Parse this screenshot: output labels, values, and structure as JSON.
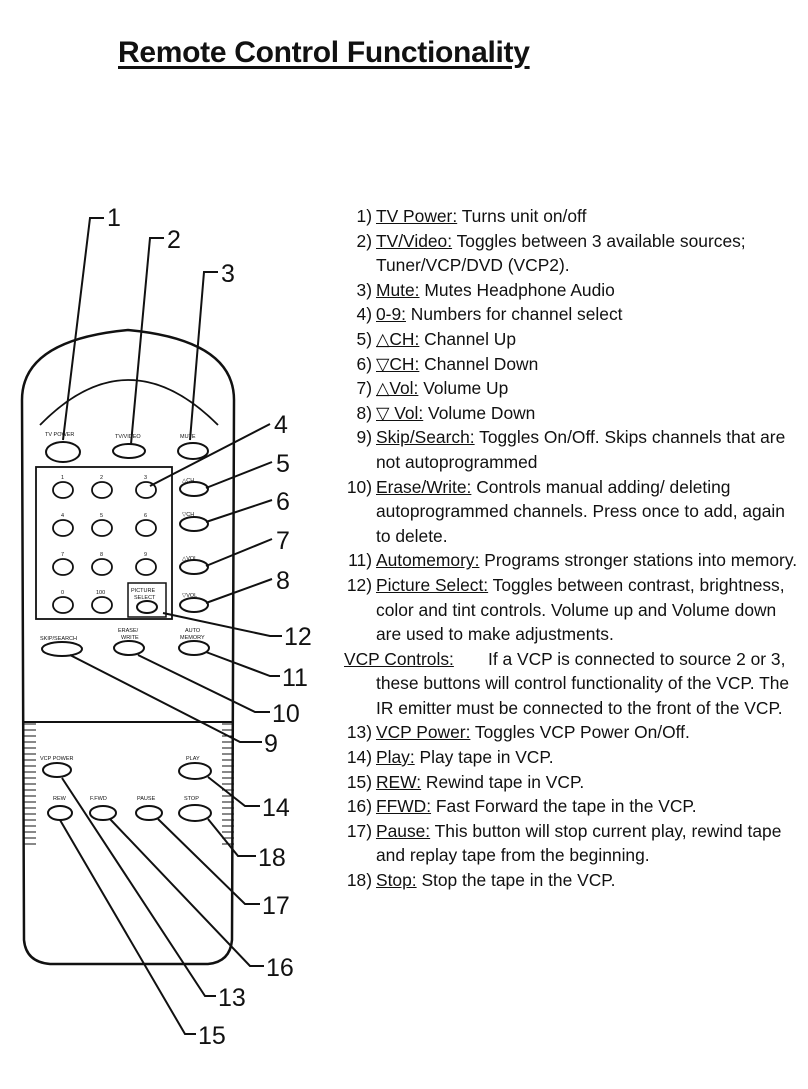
{
  "title": "Remote Control Functionality",
  "callouts": [
    "1",
    "2",
    "3",
    "4",
    "5",
    "6",
    "7",
    "8",
    "9",
    "10",
    "11",
    "12",
    "13",
    "14",
    "15",
    "16",
    "17",
    "18"
  ],
  "remote_labels": {
    "tv_power": "TV POWER",
    "tv_video": "TV/VIDEO",
    "mute": "MUTE",
    "ch_up": "△CH",
    "ch_down": "▽CH",
    "vol_up": "△VOL",
    "vol_down": "▽VOL",
    "picture_select_1": "PICTURE",
    "picture_select_2": "SELECT",
    "skip_search": "SKIP/SEARCH",
    "erase_write_1": "ERASE/",
    "erase_write_2": "WRITE",
    "automemory_1": "AUTO",
    "automemory_2": "MEMORY",
    "vcp_power": "VCP POWER",
    "play": "PLAY",
    "rew": "REW",
    "ffwd": "F.FWD",
    "pause": "PAUSE",
    "stop": "STOP",
    "digits": [
      "1",
      "2",
      "3",
      "4",
      "5",
      "6",
      "7",
      "8",
      "9",
      "0",
      "100"
    ]
  },
  "entries": [
    {
      "num": "1)",
      "term": "TV Power:",
      "desc": " Turns unit on/off"
    },
    {
      "num": "2)",
      "term": "TV/Video:",
      "desc": " Toggles between 3 available sources; Tuner/VCP/DVD (VCP2)."
    },
    {
      "num": "3)",
      "term": "Mute:",
      "desc": " Mutes Headphone Audio"
    },
    {
      "num": "4)",
      "term": "0-9:",
      "desc": " Numbers for channel select"
    },
    {
      "num": "5)",
      "term": "△CH:",
      "desc": " Channel Up"
    },
    {
      "num": "6)",
      "term": "▽CH:",
      "desc": " Channel Down"
    },
    {
      "num": "7)",
      "term": "△Vol:",
      "desc": " Volume Up"
    },
    {
      "num": "8)",
      "term": "▽ Vol:",
      "desc": " Volume Down"
    },
    {
      "num": "9)",
      "term": "Skip/Search:",
      "desc": " Toggles On/Off.  Skips channels that are not autoprogrammed"
    },
    {
      "num": "10)",
      "term": "Erase/Write:",
      "desc": " Controls manual adding/ deleting autoprogrammed channels. Press once to add, again to delete."
    },
    {
      "num": "11)",
      "term": "Automemory:",
      "desc": " Programs stronger stations into memory."
    },
    {
      "num": "12)",
      "term": "Picture Select:",
      "desc": " Toggles between contrast, brightness, color and tint controls.  Volume up and Volume down are used to make adjustments."
    },
    {
      "num": "",
      "term": "VCP Controls:",
      "desc": " If a VCP is connected to source 2 or 3, these buttons will control functionality of the VCP.  The IR emitter must be connected to the front of the VCP."
    },
    {
      "num": "13)",
      "term": "VCP Power:",
      "desc": " Toggles VCP Power On/Off."
    },
    {
      "num": "14)",
      "term": "Play:",
      "desc": " Play tape in VCP."
    },
    {
      "num": "15)",
      "term": "REW:",
      "desc": " Rewind tape in VCP."
    },
    {
      "num": "16)",
      "term": "FFWD:",
      "desc": " Fast Forward the tape in the VCP."
    },
    {
      "num": "17)",
      "term": "Pause:",
      "desc": " This button will stop current play, rewind tape and replay tape from the beginning."
    },
    {
      "num": "18)",
      "term": "Stop:",
      "desc": " Stop the tape in the VCP."
    }
  ]
}
